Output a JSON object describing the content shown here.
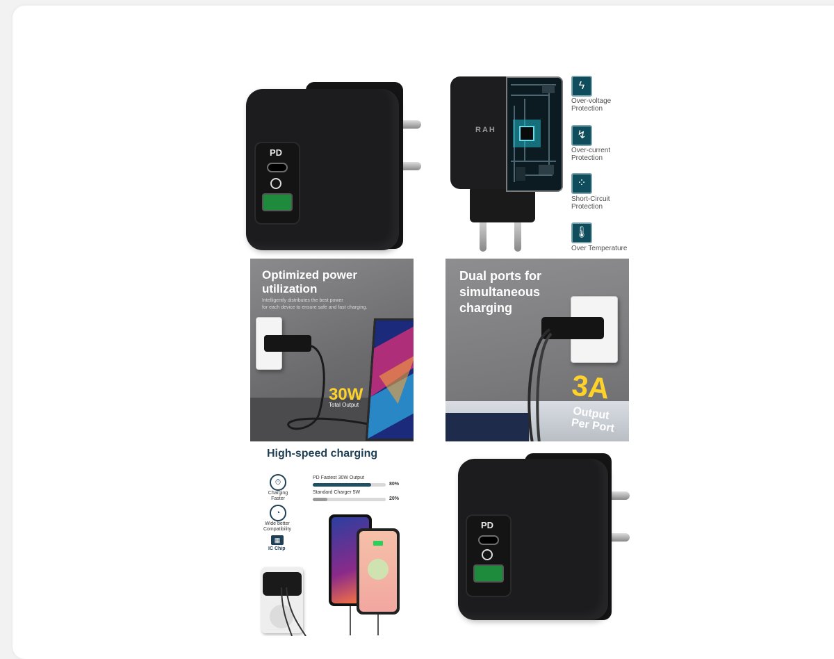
{
  "top_right": {
    "brand_mark": "RAH",
    "features": [
      {
        "icon": "lightning-icon",
        "line1": "Over-voltage",
        "line2": "Protection"
      },
      {
        "icon": "current-icon",
        "line1": "Over-current",
        "line2": "Protection"
      },
      {
        "icon": "short-circuit-icon",
        "line1": "Short-Circuit",
        "line2": "Protection"
      },
      {
        "icon": "thermometer-icon",
        "line1": "Over Temperature",
        "line2": ""
      }
    ]
  },
  "charger": {
    "pd_label": "PD"
  },
  "panel_power": {
    "title_line1": "Optimized power",
    "title_line2": "utilization",
    "subtitle_line1": "Intelligently distributes the best power",
    "subtitle_line2": "for each device to ensure safe and fast charging.",
    "big_value": "30W",
    "big_caption": "Total Output"
  },
  "panel_dual": {
    "title_line1": "Dual ports for",
    "title_line2": "simultaneous",
    "title_line3": "charging",
    "big_value": "3A",
    "caption_line1": "Output",
    "caption_line2": "Per Port"
  },
  "panel_speed": {
    "title": "High-speed charging",
    "features": [
      {
        "icon": "charging-faster-icon",
        "line1": "Charging",
        "line2": "Faster"
      },
      {
        "icon": "compatibility-icon",
        "line1": "Wide better",
        "line2": "Compatibility"
      },
      {
        "icon": "ic-chip-icon",
        "line1": "IC Chip",
        "line2": ""
      }
    ],
    "bars": [
      {
        "label": "PD Fastest 30W Output",
        "percent_text": "80%",
        "fill": 0.8,
        "color": "#1f4f63"
      },
      {
        "label": "Standard Charger 5W",
        "percent_text": "20%",
        "fill": 0.2,
        "color": "#9a9a9a"
      }
    ]
  }
}
